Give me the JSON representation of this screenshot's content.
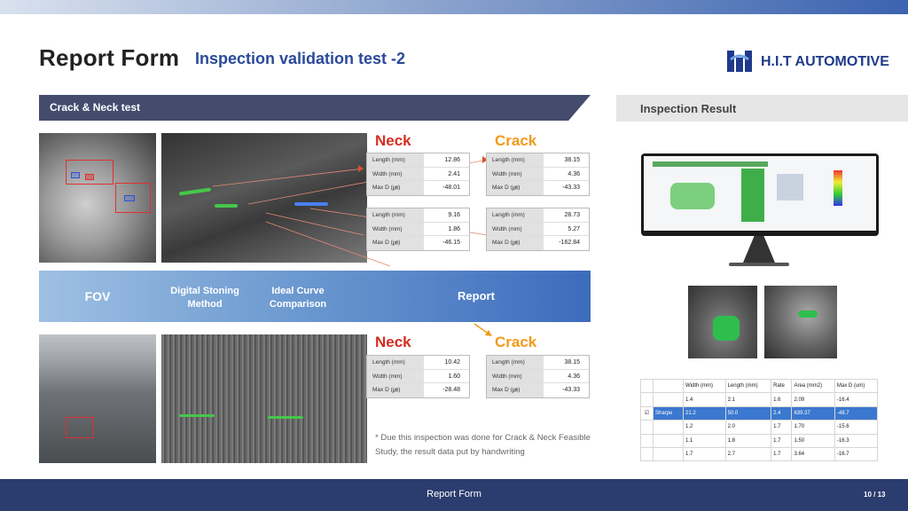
{
  "header": {
    "title": "Report Form",
    "subtitle": "Inspection validation test -2",
    "logo_text": "H.I.T AUTOMOTIVE"
  },
  "section": {
    "label": "Crack & Neck test"
  },
  "result": {
    "label": "Inspection Result"
  },
  "band": {
    "fov": "FOV",
    "digital_stoning": "Digital Stoning Method",
    "ideal_curve": "Ideal Curve Comparison",
    "report": "Report"
  },
  "top": {
    "neck_title": "Neck",
    "crack_title": "Crack",
    "neck_rows_1": [
      {
        "key": "Length (mm)",
        "val": "12.86"
      },
      {
        "key": "Width (mm)",
        "val": "2.41"
      },
      {
        "key": "Max D (㎛)",
        "val": "-48.01"
      }
    ],
    "crack_rows_1": [
      {
        "key": "Length (mm)",
        "val": "38.15"
      },
      {
        "key": "Width (mm)",
        "val": "4.36"
      },
      {
        "key": "Max D (㎛)",
        "val": "-43.33"
      }
    ],
    "neck_rows_2": [
      {
        "key": "Length (mm)",
        "val": "9.16"
      },
      {
        "key": "Width (mm)",
        "val": "1.86"
      },
      {
        "key": "Max D (㎛)",
        "val": "-46.15"
      }
    ],
    "crack_rows_2": [
      {
        "key": "Length (mm)",
        "val": "28.73"
      },
      {
        "key": "Width (mm)",
        "val": "5.27"
      },
      {
        "key": "Max D (㎛)",
        "val": "-162.84"
      }
    ]
  },
  "bottom": {
    "neck_title": "Neck",
    "crack_title": "Crack",
    "neck_rows": [
      {
        "key": "Length (mm)",
        "val": "10.42"
      },
      {
        "key": "Width (mm)",
        "val": "1.60"
      },
      {
        "key": "Max D (㎛)",
        "val": "-28.48"
      }
    ],
    "crack_rows": [
      {
        "key": "Length (mm)",
        "val": "38.15"
      },
      {
        "key": "Width (mm)",
        "val": "4.36"
      },
      {
        "key": "Max D (㎛)",
        "val": "-43.33"
      }
    ]
  },
  "note": "*  Due this inspection was done for Crack & Neck Feasible Study, the result data put by handwriting",
  "result_table": {
    "headers": [
      "",
      "",
      "Width (mm)",
      "Length (mm)",
      "Rate",
      "Area (mm2)",
      "Max D (um)"
    ],
    "rows": [
      [
        "",
        "",
        "1.4",
        "2.1",
        "1.6",
        "2.09",
        "-16.4"
      ],
      [
        "☑",
        "Sharpe",
        "21.2",
        "50.0",
        "2.4",
        "639.37",
        "-48.7"
      ],
      [
        "",
        "",
        "1.2",
        "2.0",
        "1.7",
        "1.70",
        "-15.6"
      ],
      [
        "",
        "",
        "1.1",
        "1.8",
        "1.7",
        "1.50",
        "-16.3"
      ],
      [
        "",
        "",
        "1.7",
        "2.7",
        "1.7",
        "3.64",
        "-16.7"
      ]
    ]
  },
  "footer": {
    "center": "Report Form",
    "page": "10 / 13"
  },
  "colors": {
    "neck": "#d62d20",
    "crack": "#f29a1c",
    "brand": "#2b3c6e",
    "accent": "#3b78cf"
  }
}
